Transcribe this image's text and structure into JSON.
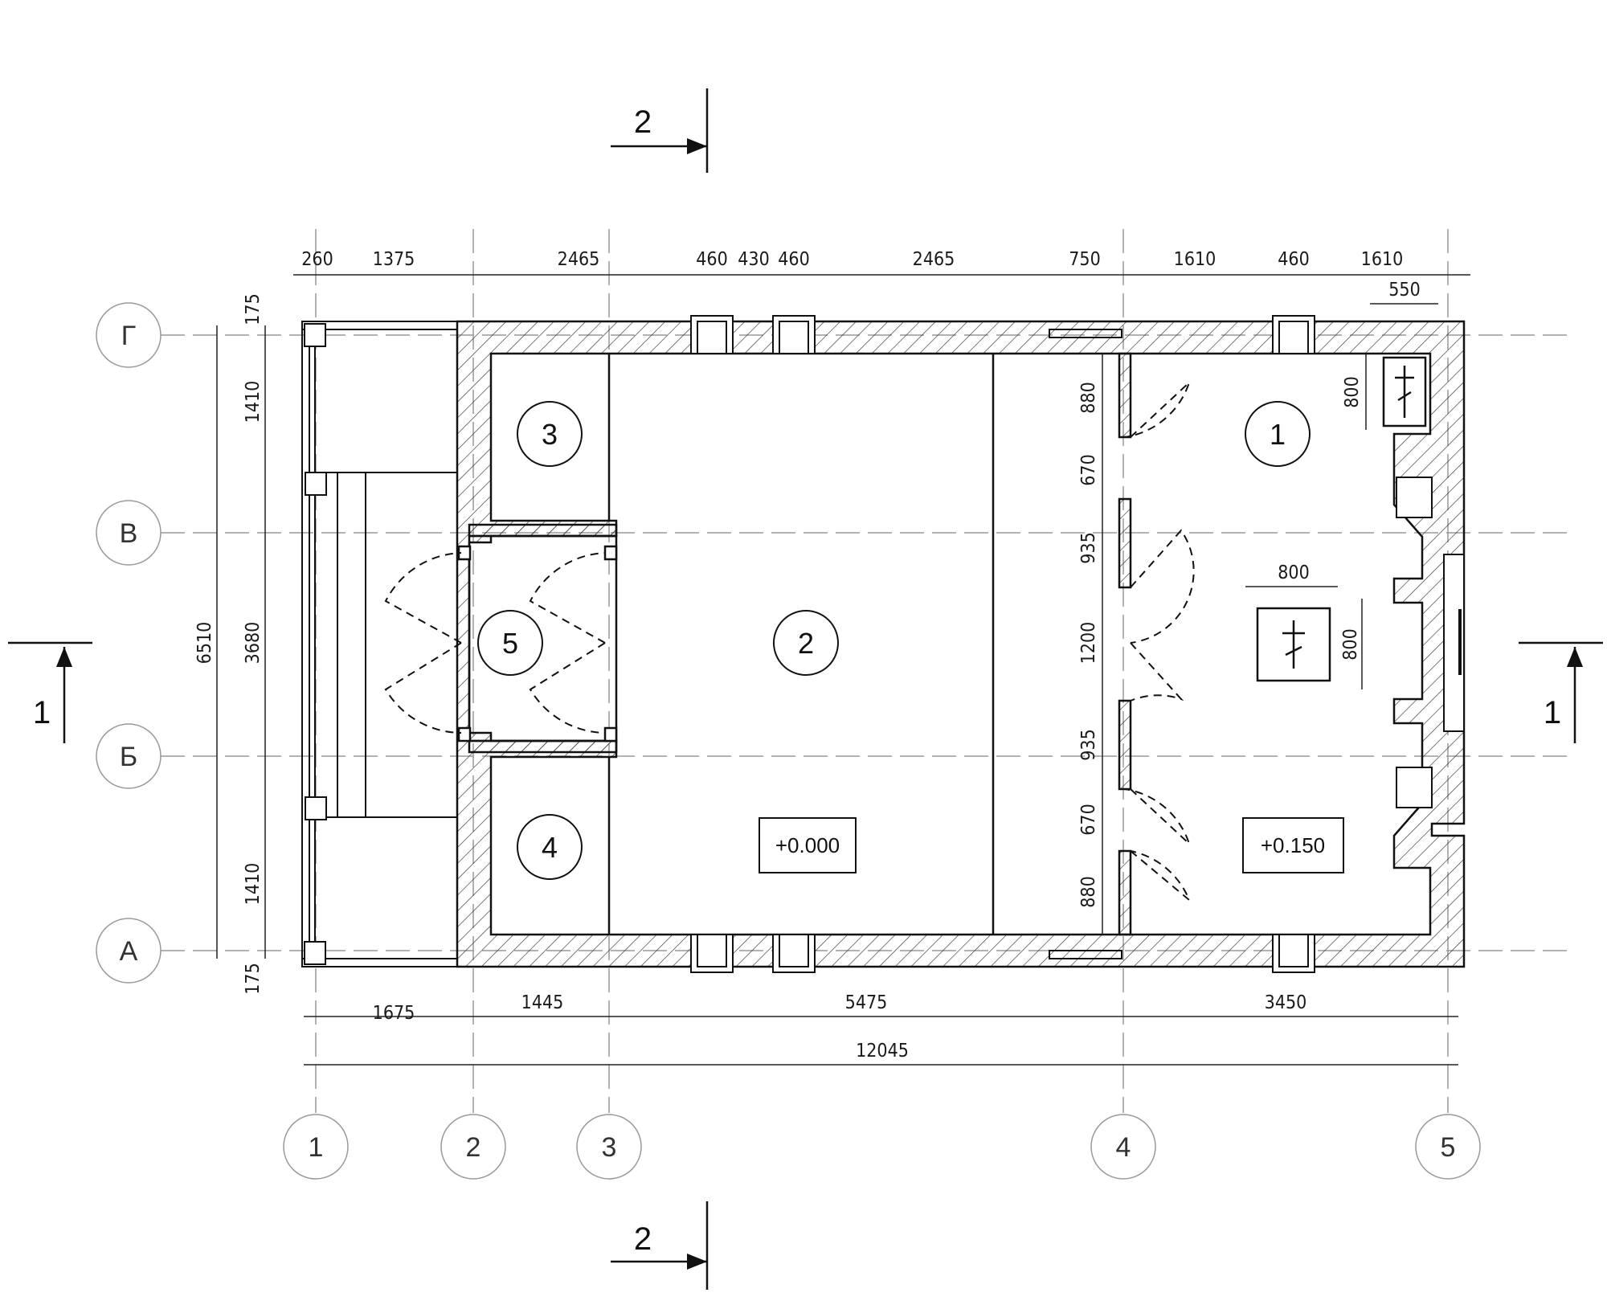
{
  "section_marks": {
    "horizontal": "1",
    "vertical": "2"
  },
  "axes": {
    "rows": [
      "Г",
      "В",
      "Б",
      "А"
    ],
    "columns": [
      "1",
      "2",
      "3",
      "4",
      "5"
    ]
  },
  "rooms": [
    "1",
    "2",
    "3",
    "4",
    "5"
  ],
  "elevations": {
    "main": "+0.000",
    "altar": "+0.150"
  },
  "dims": {
    "top": [
      "260",
      "1375",
      "2465",
      "460",
      "430",
      "460",
      "2465",
      "750",
      "1610",
      "460",
      "1610"
    ],
    "top_small": "550",
    "bottom_axes": [
      "1675",
      "1445",
      "5475",
      "3450"
    ],
    "overall_width": "12045",
    "left_overall": "6510",
    "left_parts": [
      "175",
      "1410",
      "3680",
      "1410",
      "175"
    ],
    "partition": [
      "880",
      "670",
      "935",
      "1200",
      "935",
      "670",
      "880"
    ],
    "table_side": "800",
    "table_top": "800",
    "table_right": "800"
  }
}
